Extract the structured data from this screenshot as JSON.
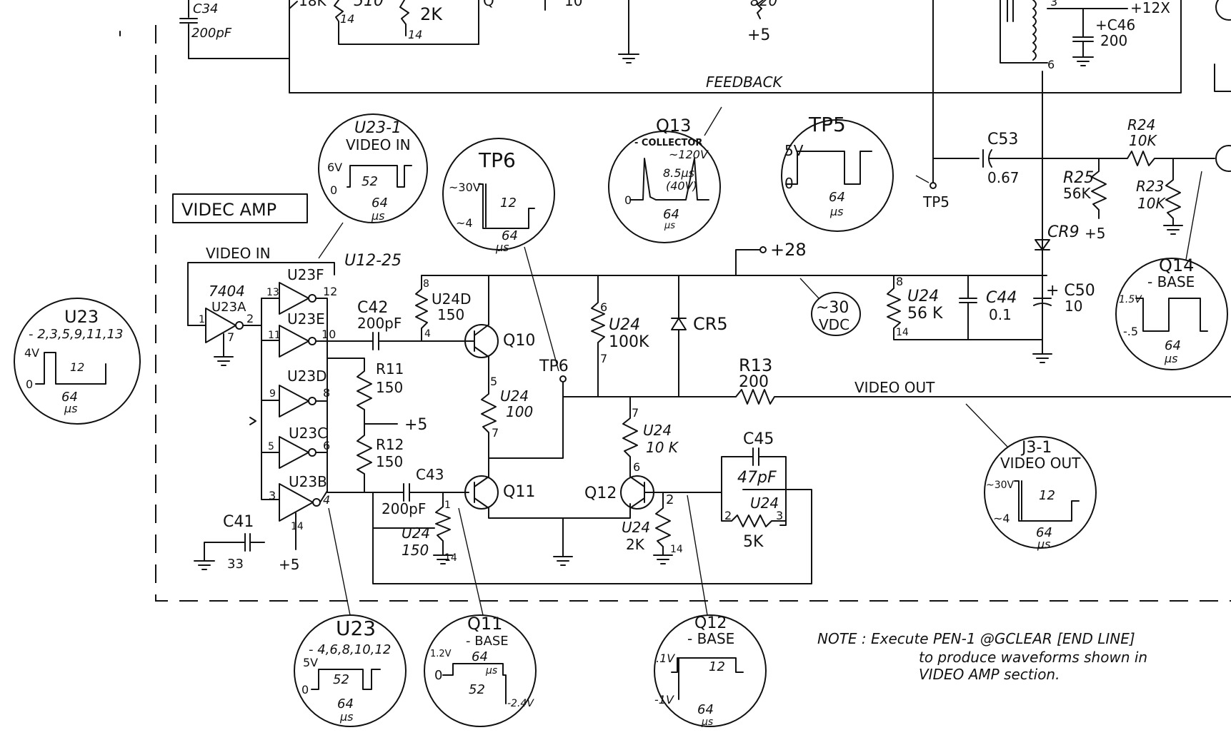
{
  "sections": {
    "video_amp_label": "VIDEC AMP",
    "feedback_label": "FEEDBACK",
    "video_in_label": "VIDEO IN",
    "video_in_ref": "U12-25",
    "video_out_label": "VIDEO OUT"
  },
  "components": {
    "c34_name": "C34",
    "c34_value": "200pF",
    "top_res1": "18K",
    "top_res2": "510",
    "top_res3": "2K",
    "top_res_pin14a": "14",
    "top_res_pin14b": "14",
    "top_cap_value": "10",
    "top_820": "820",
    "top_plus5": "+5",
    "top_plus12": "+12X",
    "c46_name": "+C46",
    "c46_value": "200",
    "xfmr_pin3": "3",
    "xfmr_pin6": "6",
    "u23a_type": "7404",
    "u23a_name": "U23A",
    "u23a_pin1": "1",
    "u23a_pin2": "2",
    "u23a_pin7": "7",
    "u23f_name": "U23F",
    "u23f_pin13": "13",
    "u23f_pin12": "12",
    "u23e_name": "U23E",
    "u23e_pin11": "11",
    "u23e_pin10": "10",
    "u23d_name": "U23D",
    "u23d_pin9": "9",
    "u23d_pin8": "8",
    "u23c_name": "U23C",
    "u23c_pin5": "5",
    "u23c_pin6": "6",
    "u23b_name": "U23B",
    "u23b_pin3": "3",
    "u23b_pin4": "4",
    "u23b_pin14": "14",
    "c41_name": "C41",
    "c41_value": "33",
    "c41_plus5": "+5",
    "c42_name": "C42",
    "c42_value": "200pF",
    "r11_name": "R11",
    "r11_value": "150",
    "r12_name": "R12",
    "r12_value": "150",
    "r_plus5": "+5",
    "c43_name": "C43",
    "c43_value": "200pF",
    "u24d_name": "U24D",
    "u24d_value": "150",
    "u24d_pin8": "8",
    "u24d_pin4": "4",
    "q10_name": "Q10",
    "q11_name": "Q11",
    "q12_name": "Q12",
    "u24_100_name": "U24",
    "u24_100_value": "100",
    "u24_100_pin5": "5",
    "u24_100_pin7": "7",
    "u24_150b_name": "U24",
    "u24_150b_value": "150",
    "u24_150b_pin1": "1",
    "u24_150b_pin14": "14",
    "tp6_label": "TP6",
    "u24_100k_name": "U24",
    "u24_100k_value": "100K",
    "u24_100k_pin6": "6",
    "u24_100k_pin7": "7",
    "cr5_name": "CR5",
    "plus28": "+28",
    "r13_name": "R13",
    "r13_value": "200",
    "u24_10k_name": "U24",
    "u24_10k_value": "10 K",
    "u24_10k_pin7": "7",
    "u24_10k_pin6": "6",
    "u24_2k_name": "U24",
    "u24_2k_value": "2K",
    "u24_2k_pin2": "2",
    "u24_2k_pin14": "14",
    "c45_name": "C45",
    "c45_value": "47pF",
    "u24_5k_name": "U24",
    "u24_5k_value": "5K",
    "u24_5k_pin2": "2",
    "u24_5k_pin3": "3",
    "u24_56k_name": "U24",
    "u24_56k_value": "56 K",
    "u24_56k_pin8": "8",
    "u24_56k_pin14": "14",
    "c44_name": "C44",
    "c44_value": "0.1",
    "c50_name": "+ C50",
    "c50_value": "10",
    "c53_name": "C53",
    "c53_value": "0.67",
    "r24_name": "R24",
    "r24_value": "10K",
    "r25_name": "R25",
    "r25_value": "56K",
    "r23_name": "R23",
    "r23_value": "10K",
    "cr9_name": "CR9",
    "cr9_plus5": "+5",
    "tp5_label": "TP5"
  },
  "waveforms": {
    "u23_1": {
      "title": "U23-1",
      "subtitle": "VIDEO IN",
      "high": "6V",
      "low": "0",
      "pulse": "52",
      "period": "64",
      "unit": "µs"
    },
    "tp6": {
      "title": "TP6",
      "high": "~30V",
      "low": "~4",
      "pulse": "12",
      "period": "64",
      "unit": "µs"
    },
    "q13": {
      "title": "Q13",
      "subtitle": "- COLLECTOR",
      "peak": "~120V",
      "pulse": "8.5µs",
      "pulse_note": "(40V)",
      "low": "0",
      "period": "64",
      "unit": "µs"
    },
    "tp5": {
      "title": "TP5",
      "high": "5V",
      "low": "0",
      "period": "64",
      "unit": "µs"
    },
    "vdc30": {
      "line1": "~30",
      "line2": "VDC"
    },
    "q14": {
      "title": "Q14",
      "subtitle": "- BASE",
      "high": "1.5V",
      "low": "-.5",
      "period": "64",
      "unit": "µs"
    },
    "u23_odd": {
      "title": "U23",
      "subtitle": "- 2,3,5,9,11,13",
      "high": "4V",
      "low": "0",
      "pulse": "12",
      "period": "64",
      "unit": "µs"
    },
    "u23_even": {
      "title": "U23",
      "subtitle": "- 4,6,8,10,12",
      "high": "5V",
      "low": "0",
      "pulse": "52",
      "period": "64",
      "unit": "µs"
    },
    "q11": {
      "title": "Q11",
      "subtitle": "- BASE",
      "high": "1.2V",
      "low": "0",
      "period": "64",
      "pulse": "52",
      "neg": "-2.4V",
      "unit": "µs"
    },
    "q12": {
      "title": "Q12",
      "subtitle": "- BASE",
      "high": ".1V",
      "low": "-1V",
      "pulse": "12",
      "period": "64",
      "unit": "µs"
    },
    "j3_1": {
      "title": "J3-1",
      "subtitle": "VIDEO OUT",
      "high": "~30V",
      "low": "~4",
      "pulse": "12",
      "period": "64",
      "unit": "µs"
    }
  },
  "note": {
    "line1": "NOTE :  Execute  PEN-1 @GCLEAR [END LINE]",
    "line2": "to produce  waveforms shown in",
    "line3": "VIDEO  AMP  section."
  }
}
